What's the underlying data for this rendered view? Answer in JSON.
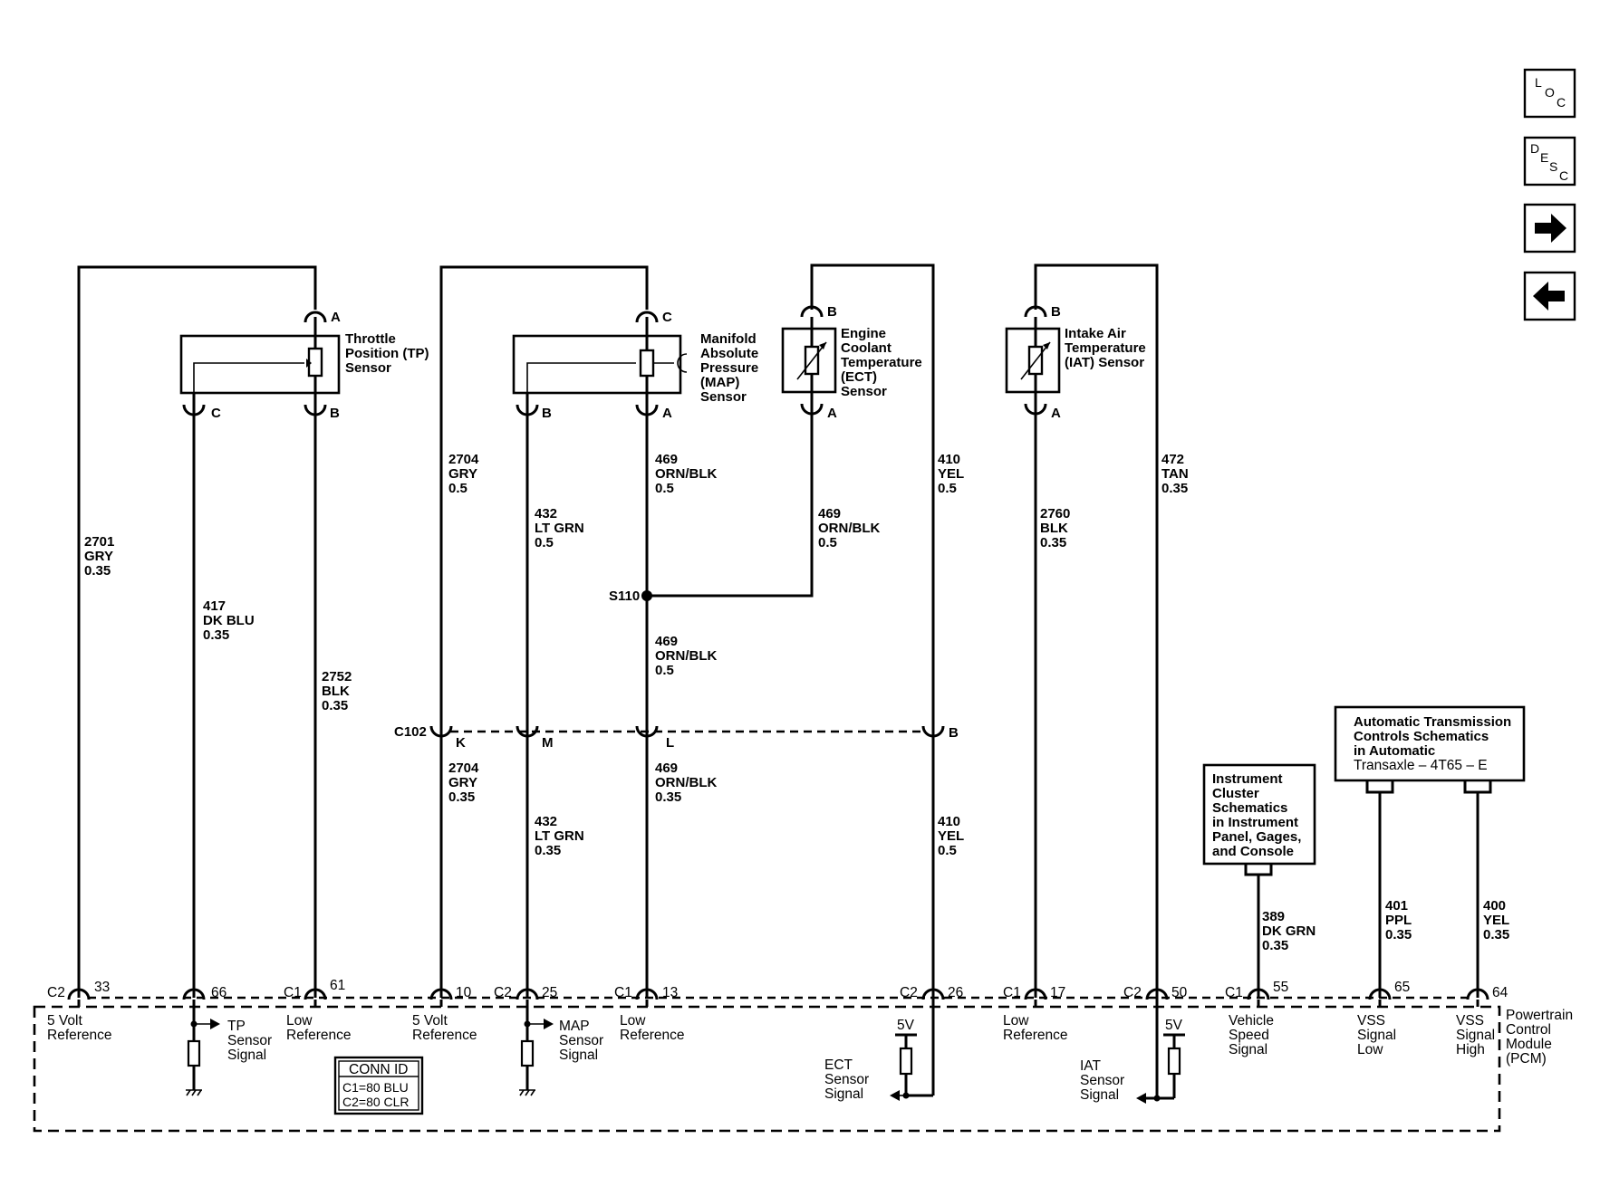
{
  "nav": {
    "loc": [
      "L",
      "O",
      "C"
    ],
    "desc": [
      "D",
      "E",
      "S",
      "C"
    ]
  },
  "components": {
    "tp": [
      "Throttle",
      "Position (TP)",
      "Sensor"
    ],
    "map": [
      "Manifold",
      "Absolute",
      "Pressure",
      "(MAP)",
      "Sensor"
    ],
    "ect": [
      "Engine",
      "Coolant",
      "Temperature",
      "(ECT)",
      "Sensor"
    ],
    "iat": [
      "Intake Air",
      "Temperature",
      "(IAT) Sensor"
    ],
    "cluster": [
      "Instrument",
      "Cluster",
      "Schematics",
      "in Instrument",
      "Panel, Gages,",
      "and Console"
    ],
    "trans": [
      "Automatic Transmission",
      "Controls Schematics",
      "in Automatic",
      "Transaxle – 4T65 – E"
    ],
    "pcm": [
      "Powertrain",
      "Control",
      "Module",
      "(PCM)"
    ]
  },
  "pins": {
    "tp_a": "A",
    "tp_c": "C",
    "tp_b": "B",
    "map_c": "C",
    "map_b": "B",
    "map_a": "A",
    "ect_b": "B",
    "ect_a": "A",
    "iat_b": "B",
    "iat_a": "A"
  },
  "splice": "S110",
  "inline_connector": {
    "name": "C102",
    "pins": [
      "K",
      "M",
      "L",
      "B"
    ]
  },
  "wires": {
    "w2701": [
      "2701",
      "GRY",
      "0.35"
    ],
    "w417": [
      "417",
      "DK BLU",
      "0.35"
    ],
    "w2752": [
      "2752",
      "BLK",
      "0.35"
    ],
    "w2704_top": [
      "2704",
      "GRY",
      "0.5"
    ],
    "w432_top": [
      "432",
      "LT GRN",
      "0.5"
    ],
    "w469_top": [
      "469",
      "ORN/BLK",
      "0.5"
    ],
    "w469_ect": [
      "469",
      "ORN/BLK",
      "0.5"
    ],
    "w469_mid": [
      "469",
      "ORN/BLK",
      "0.5"
    ],
    "w410_top": [
      "410",
      "YEL",
      "0.5"
    ],
    "w2704_bot": [
      "2704",
      "GRY",
      "0.35"
    ],
    "w432_bot": [
      "432",
      "LT GRN",
      "0.35"
    ],
    "w469_bot": [
      "469",
      "ORN/BLK",
      "0.35"
    ],
    "w410_bot": [
      "410",
      "YEL",
      "0.5"
    ],
    "w2760": [
      "2760",
      "BLK",
      "0.35"
    ],
    "w472": [
      "472",
      "TAN",
      "0.35"
    ],
    "w389": [
      "389",
      "DK GRN",
      "0.35"
    ],
    "w401": [
      "401",
      "PPL",
      "0.35"
    ],
    "w400": [
      "400",
      "YEL",
      "0.35"
    ]
  },
  "pcm_pins": {
    "p1": {
      "conn": "C2",
      "num": "33"
    },
    "p2": {
      "num": "66"
    },
    "p3": {
      "conn": "C1",
      "num": "61"
    },
    "p4": {
      "num": "10"
    },
    "p5": {
      "conn": "C2",
      "num": "25"
    },
    "p6": {
      "conn": "C1",
      "num": "13"
    },
    "p7": {
      "conn": "C2",
      "num": "26"
    },
    "p8": {
      "conn": "C1",
      "num": "17"
    },
    "p9": {
      "conn": "C2",
      "num": "50"
    },
    "p10": {
      "conn": "C1",
      "num": "55"
    },
    "p11": {
      "num": "65"
    },
    "p12": {
      "num": "64"
    }
  },
  "pcm_labels": {
    "ref5v_1": [
      "5 Volt",
      "Reference"
    ],
    "tp_sig": [
      "TP",
      "Sensor",
      "Signal"
    ],
    "lowref_1": [
      "Low",
      "Reference"
    ],
    "ref5v_2": [
      "5 Volt",
      "Reference"
    ],
    "map_sig": [
      "MAP",
      "Sensor",
      "Signal"
    ],
    "lowref_2": [
      "Low",
      "Reference"
    ],
    "ect_sig": [
      "ECT",
      "Sensor",
      "Signal"
    ],
    "lowref_3": [
      "Low",
      "Reference"
    ],
    "iat_sig": [
      "IAT",
      "Sensor",
      "Signal"
    ],
    "vss": [
      "Vehicle",
      "Speed",
      "Signal"
    ],
    "vss_low": [
      "VSS",
      "Signal",
      "Low"
    ],
    "vss_high": [
      "VSS",
      "Signal",
      "High"
    ],
    "v5_ect": "5V",
    "v5_iat": "5V"
  },
  "conn_id": {
    "title": "CONN ID",
    "rows": [
      "C1=80 BLU",
      "C2=80 CLR"
    ]
  }
}
